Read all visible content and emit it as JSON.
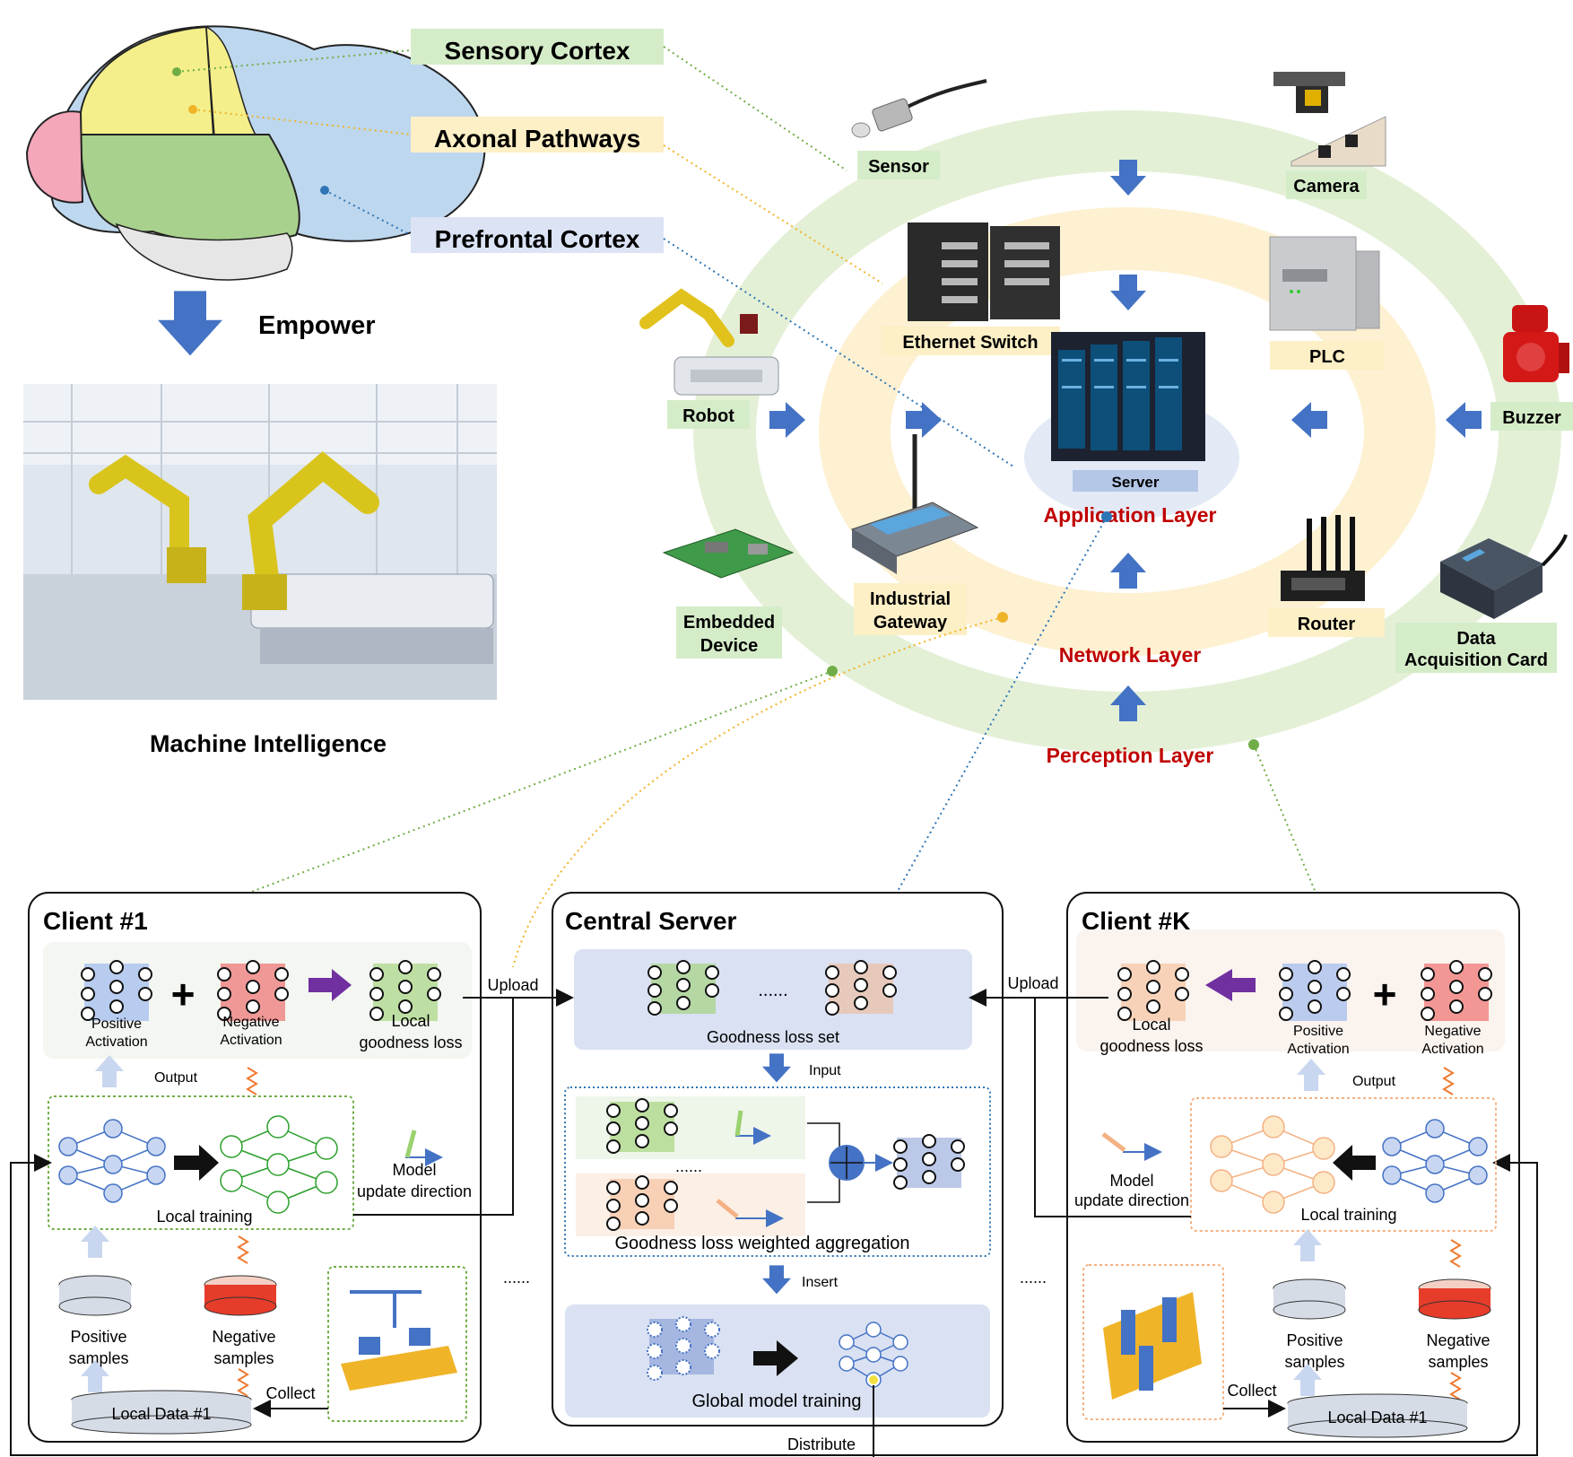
{
  "brain": {
    "regions": [
      "Sensory Cortex",
      "Axonal Pathways",
      "Prefrontal Cortex"
    ],
    "empower": "Empower",
    "machine_intelligence": "Machine Intelligence"
  },
  "layers": {
    "application": "Application Layer",
    "network": "Network Layer",
    "perception": "Perception Layer"
  },
  "devices": {
    "sensor": "Sensor",
    "camera": "Camera",
    "ethernet_switch": "Ethernet Switch",
    "plc": "PLC",
    "robot": "Robot",
    "buzzer": "Buzzer",
    "server": "Server",
    "embedded_device": [
      "Embedded",
      "Device"
    ],
    "industrial_gateway": [
      "Industrial",
      "Gateway"
    ],
    "router": "Router",
    "daq_card": [
      "Data",
      "Acquisition Card"
    ]
  },
  "client1": {
    "title": "Client #1",
    "positive_activation": [
      "Positive",
      "Activation"
    ],
    "negative_activation": [
      "Negative",
      "Activation"
    ],
    "local_goodness_loss": [
      "Local",
      "goodness loss"
    ],
    "output": "Output",
    "local_training": "Local training",
    "model_update": [
      "Model",
      "update direction"
    ],
    "positive_samples": [
      "Positive",
      "samples"
    ],
    "negative_samples": [
      "Negative",
      "samples"
    ],
    "local_data": "Local Data #1",
    "collect": "Collect",
    "upload": "Upload"
  },
  "central": {
    "title": "Central Server",
    "goodness_loss_set": "Goodness loss set",
    "dots": "......",
    "input": "Input",
    "aggregation": "Goodness loss weighted aggregation",
    "insert": "Insert",
    "global_training": "Global model training",
    "distribute": "Distribute"
  },
  "clientK": {
    "title": "Client  #K",
    "local_goodness_loss": [
      "Local",
      "goodness loss"
    ],
    "positive_activation": [
      "Positive",
      "Activation"
    ],
    "negative_activation": [
      "Negative",
      "Activation"
    ],
    "output": "Output",
    "local_training": "Local training",
    "model_update": [
      "Model",
      "update direction"
    ],
    "positive_samples": [
      "Positive",
      "samples"
    ],
    "negative_samples": [
      "Negative",
      "samples"
    ],
    "local_data": "Local Data #1",
    "collect": "Collect",
    "upload": "Upload"
  },
  "ellipsis": "......",
  "colors": {
    "blue_arrow": "#4472c4",
    "green_ring": "#e3f0d6",
    "yellow_ring": "#fdf1d2",
    "inner_blue": "#e3eaf6",
    "layer_red": "#c00000",
    "purple_arrow": "#7030a0"
  }
}
